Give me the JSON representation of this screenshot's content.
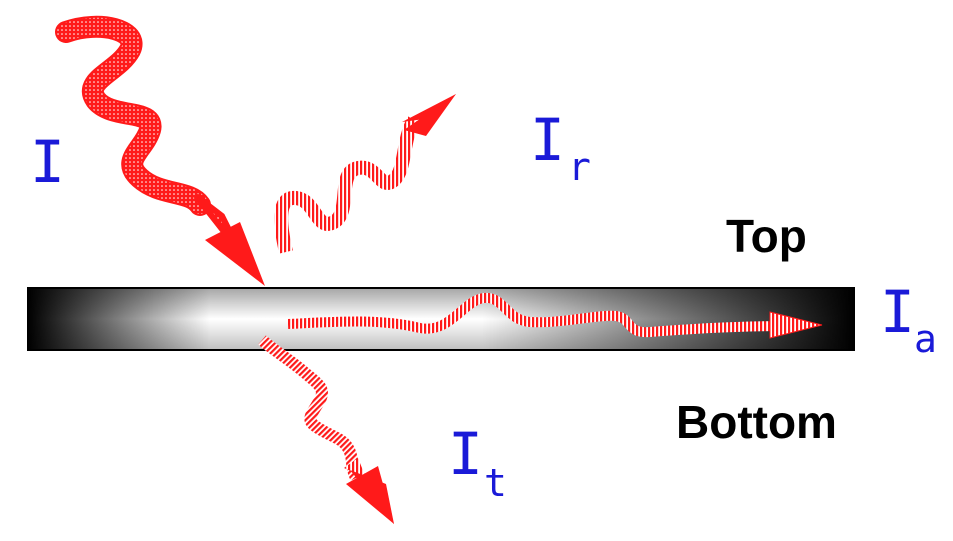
{
  "labels": {
    "incident": "I",
    "reflected_main": "I",
    "reflected_sub": "r",
    "absorbed_main": "I",
    "absorbed_sub": "a",
    "transmitted_main": "I",
    "transmitted_sub": "t",
    "top": "Top",
    "bottom": "Bottom"
  },
  "colors": {
    "wave": "#ff1a1a",
    "label_blue": "#1a1ad8",
    "label_black": "#000000"
  }
}
